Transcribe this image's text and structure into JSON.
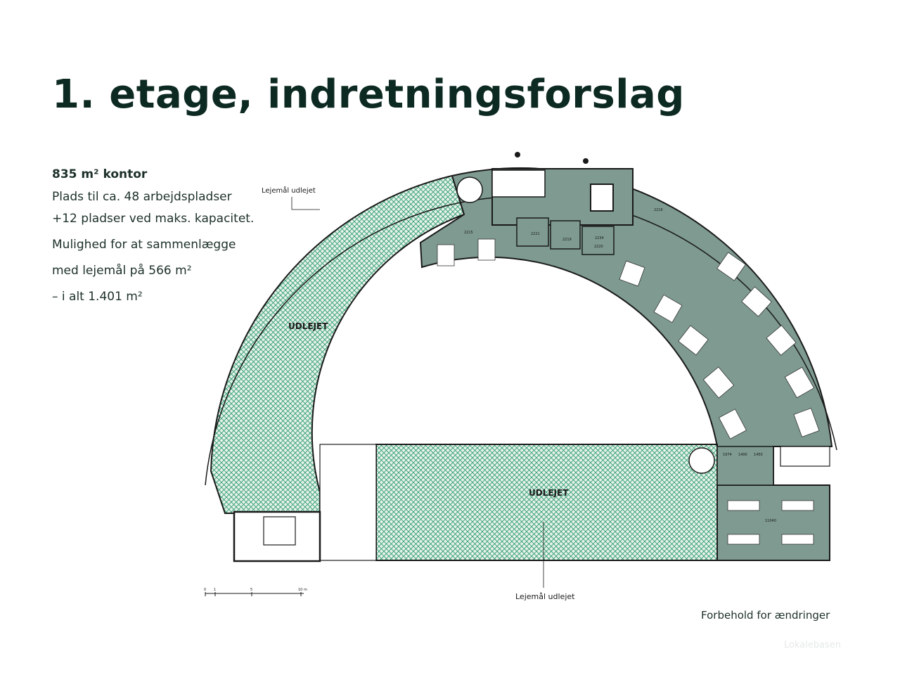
{
  "title": "1. etage, indretningsforslag",
  "info": {
    "heading": "835 m² kontor",
    "lines": [
      "Plads til ca. 48 arbejdspladser",
      "+12 pladser ved maks. kapacitet.",
      "Mulighed for at sammenlægge",
      "med lejemål på 566 m²",
      "– i alt 1.401 m²"
    ]
  },
  "plan": {
    "label_leased_arc": "UDLEJET",
    "label_leased_wing": "UDLEJET",
    "callout_top": "Lejemål udlejet",
    "callout_bottom": "Lejemål udlejet",
    "scale_ticks": [
      "0",
      "1",
      "5",
      "10 m"
    ],
    "room_codes": [
      "2215",
      "2221",
      "2219",
      "2220",
      "2234",
      "2216",
      "1974",
      "1400",
      "1450",
      "11040"
    ]
  },
  "colors": {
    "office_fill": "#7e9a91",
    "hatch": "#2f9c6c",
    "hatch_bg": "#e6f2ec",
    "wall": "#1a1a1a",
    "desk": "#ffffff"
  },
  "disclaimer": "Forbehold for ændringer",
  "watermark": "Lokalebasen"
}
